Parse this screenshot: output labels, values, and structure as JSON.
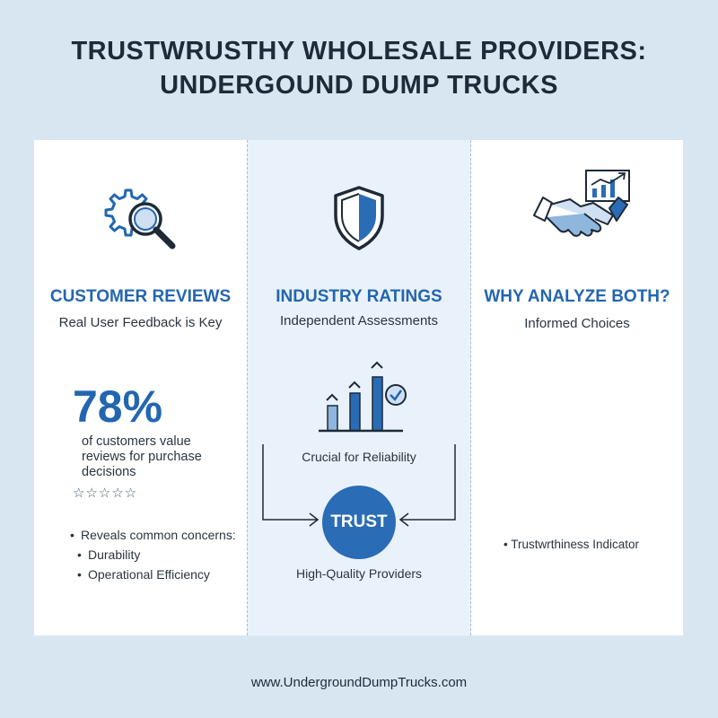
{
  "title": {
    "line1": "TRUSTWRUSTHY WHOLESALE PROVIDERS:",
    "line2": "UNDERGOUND DUMP TRUCKS"
  },
  "columns": {
    "reviews": {
      "heading": "CUSTOMER REVIEWS",
      "subheading": "Real User Feedback is Key",
      "icon": "gear-magnifier-icon",
      "stat_value": "78%",
      "stat_text": "of customers value reviews for purchase decisions",
      "stars": "☆☆☆☆☆",
      "bullet": "Reveals common concerns:",
      "sub_bullets": [
        "Durability",
        "Operational Efficiency"
      ]
    },
    "ratings": {
      "heading": "INDUSTRY RATINGS",
      "subheading": "Independent Assessments",
      "icon": "shield-icon",
      "chart_icon": "bar-chart-check-icon",
      "crucial_label": "Crucial for Reliability",
      "badge": "TRUST",
      "badge_caption": "High-Quality Providers"
    },
    "analyze": {
      "heading": "WHY ANALYZE BOTH?",
      "subheading": "Informed Choices",
      "icon": "handshake-chart-icon",
      "bullet": "Trustwrthiness Indicator"
    }
  },
  "footer": "www.UndergroundDumpTrucks.com",
  "colors": {
    "accent": "#2366b0",
    "background": "#d8e6f2",
    "middle_panel": "#e9f2fa"
  }
}
